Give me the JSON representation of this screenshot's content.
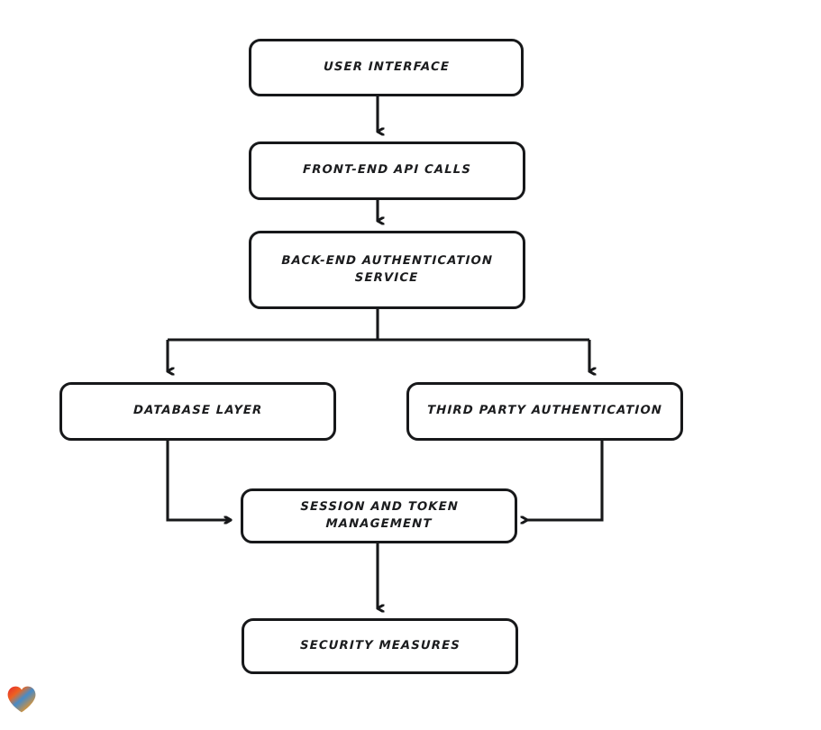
{
  "diagram": {
    "title": "Authentication System Architecture Flowchart",
    "style": "hand-drawn rounded rectangles with black connectors",
    "background_color": "#ffffff",
    "stroke_color": "#17181a",
    "nodes": [
      {
        "id": "user-interface",
        "label": "User Interface"
      },
      {
        "id": "frontend-api-calls",
        "label": "Front-End API Calls"
      },
      {
        "id": "backend-auth",
        "label": "Back-End Authentication\nService"
      },
      {
        "id": "database-layer",
        "label": "Database Layer"
      },
      {
        "id": "third-party-auth",
        "label": "Third Party Authentication"
      },
      {
        "id": "session-token",
        "label": "Session and Token\nManagement"
      },
      {
        "id": "security-measures",
        "label": "Security Measures"
      }
    ],
    "edges": [
      {
        "from": "user-interface",
        "to": "frontend-api-calls",
        "type": "vertical-arrow"
      },
      {
        "from": "frontend-api-calls",
        "to": "backend-auth",
        "type": "vertical-arrow"
      },
      {
        "from": "backend-auth",
        "to": "database-layer",
        "type": "split-elbow-arrow"
      },
      {
        "from": "backend-auth",
        "to": "third-party-auth",
        "type": "split-elbow-arrow"
      },
      {
        "from": "database-layer",
        "to": "session-token",
        "type": "elbow-arrow-right"
      },
      {
        "from": "third-party-auth",
        "to": "session-token",
        "type": "elbow-arrow-left"
      },
      {
        "from": "session-token",
        "to": "security-measures",
        "type": "vertical-arrow"
      }
    ]
  },
  "decorations": {
    "heart": {
      "icon": "heart-icon",
      "colors": [
        "#e8352c",
        "#f07a1a",
        "#f59a18",
        "#2f8de0",
        "#3f6fd4"
      ]
    }
  }
}
